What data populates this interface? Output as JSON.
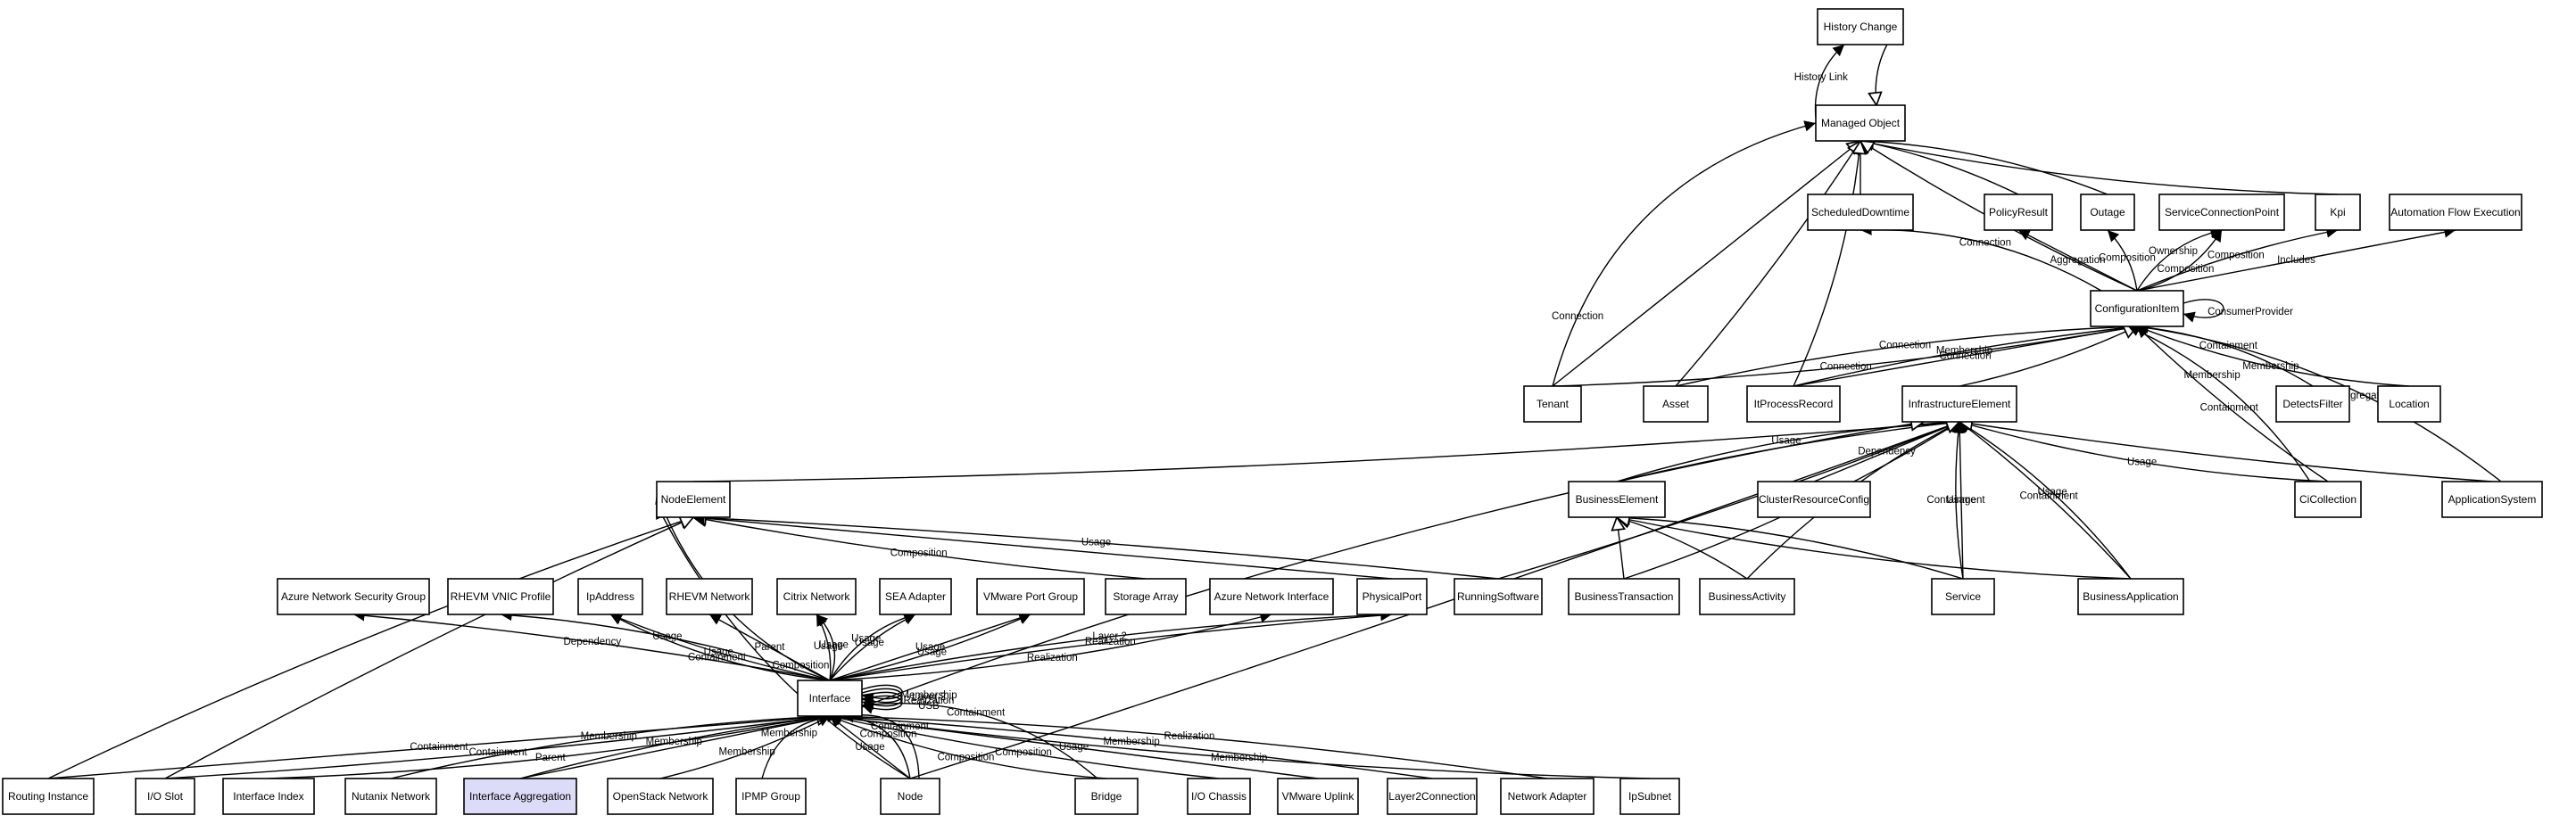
{
  "diagram": {
    "nodes": [
      {
        "id": "history_change",
        "label": "History Change"
      },
      {
        "id": "managed_object",
        "label": "Managed Object"
      },
      {
        "id": "scheduled_downtime",
        "label": "ScheduledDowntime"
      },
      {
        "id": "policy_result",
        "label": "PolicyResult"
      },
      {
        "id": "outage",
        "label": "Outage"
      },
      {
        "id": "service_connection_point",
        "label": "ServiceConnectionPoint"
      },
      {
        "id": "kpi",
        "label": "Kpi"
      },
      {
        "id": "automation_flow_execution",
        "label": "Automation Flow Execution"
      },
      {
        "id": "configuration_item",
        "label": "ConfigurationItem"
      },
      {
        "id": "tenant",
        "label": "Tenant"
      },
      {
        "id": "asset",
        "label": "Asset"
      },
      {
        "id": "it_process_record",
        "label": "ItProcessRecord"
      },
      {
        "id": "infrastructure_element",
        "label": "InfrastructureElement"
      },
      {
        "id": "detects_filter",
        "label": "DetectsFilter"
      },
      {
        "id": "location",
        "label": "Location"
      },
      {
        "id": "node_element",
        "label": "NodeElement"
      },
      {
        "id": "business_element",
        "label": "BusinessElement"
      },
      {
        "id": "cluster_resource_config",
        "label": "ClusterResourceConfig"
      },
      {
        "id": "ci_collection",
        "label": "CiCollection"
      },
      {
        "id": "application_system",
        "label": "ApplicationSystem"
      },
      {
        "id": "azure_nsg",
        "label": "Azure Network Security Group"
      },
      {
        "id": "rhevm_vnic_profile",
        "label": "RHEVM VNIC Profile"
      },
      {
        "id": "ip_address",
        "label": "IpAddress"
      },
      {
        "id": "rhevm_network",
        "label": "RHEVM Network"
      },
      {
        "id": "citrix_network",
        "label": "Citrix Network"
      },
      {
        "id": "sea_adapter",
        "label": "SEA Adapter"
      },
      {
        "id": "vmware_port_group",
        "label": "VMware Port Group"
      },
      {
        "id": "storage_array",
        "label": "Storage Array"
      },
      {
        "id": "azure_network_interface",
        "label": "Azure Network Interface"
      },
      {
        "id": "physical_port",
        "label": "PhysicalPort"
      },
      {
        "id": "running_software",
        "label": "RunningSoftware"
      },
      {
        "id": "business_transaction",
        "label": "BusinessTransaction"
      },
      {
        "id": "business_activity",
        "label": "BusinessActivity"
      },
      {
        "id": "service",
        "label": "Service"
      },
      {
        "id": "business_application",
        "label": "BusinessApplication"
      },
      {
        "id": "interface",
        "label": "Interface"
      },
      {
        "id": "routing_instance",
        "label": "Routing Instance"
      },
      {
        "id": "io_slot",
        "label": "I/O Slot"
      },
      {
        "id": "interface_index",
        "label": "Interface Index"
      },
      {
        "id": "nutanix_network",
        "label": "Nutanix Network"
      },
      {
        "id": "interface_aggregation",
        "label": "Interface Aggregation"
      },
      {
        "id": "openstack_network",
        "label": "OpenStack Network"
      },
      {
        "id": "ipmp_group",
        "label": "IPMP Group"
      },
      {
        "id": "node",
        "label": "Node"
      },
      {
        "id": "bridge",
        "label": "Bridge"
      },
      {
        "id": "io_chassis",
        "label": "I/O Chassis"
      },
      {
        "id": "vmware_uplink",
        "label": "VMware Uplink"
      },
      {
        "id": "layer2_connection",
        "label": "Layer2Connection"
      },
      {
        "id": "network_adapter",
        "label": "Network Adapter"
      },
      {
        "id": "ip_subnet",
        "label": "IpSubnet"
      }
    ],
    "edges": [
      {
        "from": "managed_object",
        "to": "history_change",
        "label": "History Link",
        "arrow": "normal"
      },
      {
        "from": "history_change",
        "to": "managed_object",
        "label": "",
        "arrow": "empty"
      },
      {
        "from": "scheduled_downtime",
        "to": "managed_object",
        "label": "",
        "arrow": "empty"
      },
      {
        "from": "policy_result",
        "to": "managed_object",
        "label": "",
        "arrow": "empty"
      },
      {
        "from": "outage",
        "to": "managed_object",
        "label": "",
        "arrow": "empty"
      },
      {
        "from": "kpi",
        "to": "managed_object",
        "label": "",
        "arrow": "empty"
      },
      {
        "from": "configuration_item",
        "to": "managed_object",
        "label": "",
        "arrow": "empty"
      },
      {
        "from": "tenant",
        "to": "managed_object",
        "label": "",
        "arrow": "empty"
      },
      {
        "from": "asset",
        "to": "managed_object",
        "label": "",
        "arrow": "empty"
      },
      {
        "from": "it_process_record",
        "to": "managed_object",
        "label": "",
        "arrow": "empty"
      },
      {
        "from": "tenant",
        "to": "managed_object",
        "label": "Connection",
        "arrow": "normal"
      },
      {
        "from": "configuration_item",
        "to": "scheduled_downtime",
        "label": "Connection",
        "arrow": "normal"
      },
      {
        "from": "configuration_item",
        "to": "policy_result",
        "label": "Aggregation",
        "arrow": "normal"
      },
      {
        "from": "configuration_item",
        "to": "outage",
        "label": "Composition",
        "arrow": "normal"
      },
      {
        "from": "configuration_item",
        "to": "service_connection_point",
        "label": "Composition",
        "arrow": "normal"
      },
      {
        "from": "configuration_item",
        "to": "service_connection_point",
        "label": "Ownership",
        "arrow": "normal"
      },
      {
        "from": "configuration_item",
        "to": "kpi",
        "label": "Composition",
        "arrow": "normal"
      },
      {
        "from": "configuration_item",
        "to": "automation_flow_execution",
        "label": "Includes",
        "arrow": "normal"
      },
      {
        "from": "configuration_item",
        "to": "configuration_item",
        "label": "ConsumerProvider",
        "arrow": "normal"
      },
      {
        "from": "tenant",
        "to": "configuration_item",
        "label": "Connection",
        "arrow": "normal"
      },
      {
        "from": "asset",
        "to": "configuration_item",
        "label": "Connection",
        "arrow": "normal"
      },
      {
        "from": "it_process_record",
        "to": "configuration_item",
        "label": "Membership",
        "arrow": "normal"
      },
      {
        "from": "it_process_record",
        "to": "configuration_item",
        "label": "Connection",
        "arrow": "normal"
      },
      {
        "from": "infrastructure_element",
        "to": "configuration_item",
        "label": "",
        "arrow": "empty"
      },
      {
        "from": "detects_filter",
        "to": "configuration_item",
        "label": "Containment",
        "arrow": "normal"
      },
      {
        "from": "location",
        "to": "configuration_item",
        "label": "Membership",
        "arrow": "normal"
      },
      {
        "from": "ci_collection",
        "to": "configuration_item",
        "label": "Containment",
        "arrow": "normal"
      },
      {
        "from": "ci_collection",
        "to": "configuration_item",
        "label": "Membership",
        "arrow": "normal"
      },
      {
        "from": "application_system",
        "to": "configuration_item",
        "label": "Aggregation",
        "arrow": "normal"
      },
      {
        "from": "node_element",
        "to": "infrastructure_element",
        "label": "",
        "arrow": "empty"
      },
      {
        "from": "business_element",
        "to": "infrastructure_element",
        "label": "Usage",
        "arrow": "normal"
      },
      {
        "from": "business_element",
        "to": "infrastructure_element",
        "label": "",
        "arrow": "empty"
      },
      {
        "from": "cluster_resource_config",
        "to": "infrastructure_element",
        "label": "Dependency",
        "arrow": "normal"
      },
      {
        "from": "running_software",
        "to": "infrastructure_element",
        "label": "",
        "arrow": "empty"
      },
      {
        "from": "business_transaction",
        "to": "infrastructure_element",
        "label": "Usage",
        "arrow": "normal"
      },
      {
        "from": "business_activity",
        "to": "infrastructure_element",
        "label": "Usage",
        "arrow": "normal"
      },
      {
        "from": "service",
        "to": "infrastructure_element",
        "label": "Containment",
        "arrow": "normal"
      },
      {
        "from": "service",
        "to": "infrastructure_element",
        "label": "Usage",
        "arrow": "normal"
      },
      {
        "from": "business_application",
        "to": "infrastructure_element",
        "label": "Containment",
        "arrow": "normal"
      },
      {
        "from": "business_application",
        "to": "infrastructure_element",
        "label": "Usage",
        "arrow": "normal"
      },
      {
        "from": "ci_collection",
        "to": "infrastructure_element",
        "label": "Usage",
        "arrow": "normal"
      },
      {
        "from": "application_system",
        "to": "infrastructure_element",
        "label": "",
        "arrow": "empty"
      },
      {
        "from": "business_transaction",
        "to": "business_element",
        "label": "",
        "arrow": "empty"
      },
      {
        "from": "business_activity",
        "to": "business_element",
        "label": "",
        "arrow": "empty"
      },
      {
        "from": "service",
        "to": "business_element",
        "label": "",
        "arrow": "empty"
      },
      {
        "from": "business_application",
        "to": "business_element",
        "label": "",
        "arrow": "empty"
      },
      {
        "from": "storage_array",
        "to": "node_element",
        "label": "Composition",
        "arrow": "empty"
      },
      {
        "from": "physical_port",
        "to": "node_element",
        "label": "",
        "arrow": "empty"
      },
      {
        "from": "running_software",
        "to": "node_element",
        "label": "Usage",
        "arrow": "normal"
      },
      {
        "from": "interface",
        "to": "node_element",
        "label": "Composition",
        "arrow": "normal"
      },
      {
        "from": "routing_instance",
        "to": "node_element",
        "label": "",
        "arrow": "empty"
      },
      {
        "from": "io_slot",
        "to": "node_element",
        "label": "",
        "arrow": "empty"
      },
      {
        "from": "node",
        "to": "node_element",
        "label": "",
        "arrow": "empty"
      },
      {
        "from": "interface",
        "to": "azure_nsg",
        "label": "Dependency",
        "arrow": "normal"
      },
      {
        "from": "interface",
        "to": "rhevm_vnic_profile",
        "label": "Usage",
        "arrow": "normal"
      },
      {
        "from": "interface",
        "to": "ip_address",
        "label": "Containment",
        "arrow": "normal"
      },
      {
        "from": "interface",
        "to": "ip_address",
        "label": "Usage",
        "arrow": "normal"
      },
      {
        "from": "interface",
        "to": "rhevm_network",
        "label": "Parent",
        "arrow": "normal"
      },
      {
        "from": "interface",
        "to": "citrix_network",
        "label": "Usage",
        "arrow": "normal"
      },
      {
        "from": "interface",
        "to": "citrix_network",
        "label": "Usage",
        "arrow": "normal"
      },
      {
        "from": "interface",
        "to": "sea_adapter",
        "label": "Usage",
        "arrow": "normal"
      },
      {
        "from": "interface",
        "to": "sea_adapter",
        "label": "Usage",
        "arrow": "normal"
      },
      {
        "from": "interface",
        "to": "vmware_port_group",
        "label": "Usage",
        "arrow": "normal"
      },
      {
        "from": "interface",
        "to": "vmware_port_group",
        "label": "Usage",
        "arrow": "normal"
      },
      {
        "from": "interface",
        "to": "azure_network_interface",
        "label": "Realization",
        "arrow": "normal"
      },
      {
        "from": "interface",
        "to": "physical_port",
        "label": "Layer 2",
        "arrow": "normal"
      },
      {
        "from": "interface",
        "to": "physical_port",
        "label": "Realization",
        "arrow": "normal"
      },
      {
        "from": "interface",
        "to": "interface",
        "label": "Layer 2",
        "arrow": "normal"
      },
      {
        "from": "interface",
        "to": "interface",
        "label": "Membership",
        "arrow": "normal"
      },
      {
        "from": "interface",
        "to": "interface",
        "label": "Realization",
        "arrow": "normal"
      },
      {
        "from": "interface",
        "to": "interface",
        "label": "USB",
        "arrow": "normal"
      },
      {
        "from": "interface",
        "to": "infrastructure_element",
        "label": "",
        "arrow": "empty"
      },
      {
        "from": "routing_instance",
        "to": "interface",
        "label": "Containment",
        "arrow": "normal"
      },
      {
        "from": "io_slot",
        "to": "interface",
        "label": "Containment",
        "arrow": "normal"
      },
      {
        "from": "interface_index",
        "to": "interface",
        "label": "Parent",
        "arrow": "normal"
      },
      {
        "from": "nutanix_network",
        "to": "interface",
        "label": "Membership",
        "arrow": "normal"
      },
      {
        "from": "interface_aggregation",
        "to": "interface",
        "label": "Membership",
        "arrow": "normal"
      },
      {
        "from": "interface_aggregation",
        "to": "interface",
        "label": "",
        "arrow": "empty"
      },
      {
        "from": "openstack_network",
        "to": "interface",
        "label": "Membership",
        "arrow": "normal"
      },
      {
        "from": "ipmp_group",
        "to": "interface",
        "label": "Membership",
        "arrow": "normal"
      },
      {
        "from": "node",
        "to": "interface",
        "label": "Composition",
        "arrow": "normal"
      },
      {
        "from": "node",
        "to": "interface",
        "label": "Containment",
        "arrow": "normal"
      },
      {
        "from": "node",
        "to": "interface",
        "label": "Usage",
        "arrow": "normal"
      },
      {
        "from": "node",
        "to": "infrastructure_element",
        "label": "",
        "arrow": "empty"
      },
      {
        "from": "bridge",
        "to": "interface",
        "label": "Containment",
        "arrow": "normal"
      },
      {
        "from": "bridge",
        "to": "interface",
        "label": "Composition",
        "arrow": "normal"
      },
      {
        "from": "io_chassis",
        "to": "interface",
        "label": "Composition",
        "arrow": "normal"
      },
      {
        "from": "vmware_uplink",
        "to": "interface",
        "label": "Usage",
        "arrow": "normal"
      },
      {
        "from": "layer2_connection",
        "to": "interface",
        "label": "Membership",
        "arrow": "normal"
      },
      {
        "from": "network_adapter",
        "to": "interface",
        "label": "Realization",
        "arrow": "normal"
      },
      {
        "from": "ip_subnet",
        "to": "interface",
        "label": "Membership",
        "arrow": "normal"
      }
    ]
  }
}
